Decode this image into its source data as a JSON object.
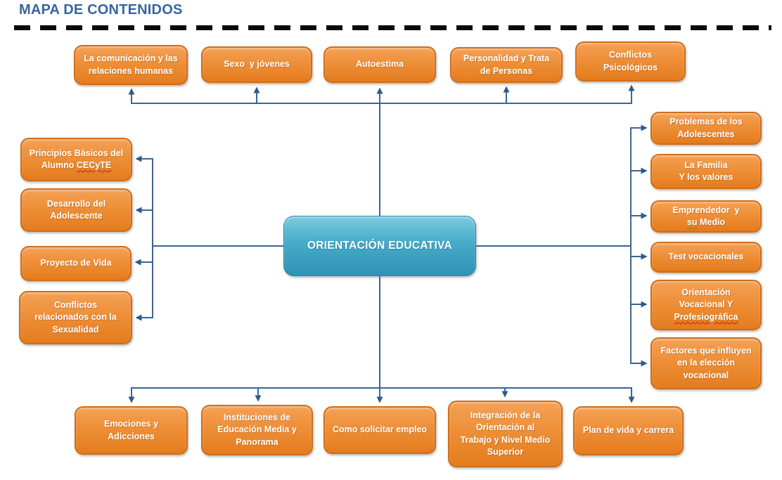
{
  "title": "MAPA DE CONTENIDOS",
  "center": {
    "label": "ORIENTACIÓN EDUCATIVA"
  },
  "nodes": {
    "top": [
      {
        "label": "La comunicación y las\nrelaciones humanas"
      },
      {
        "label": "Sexo  y jóvenes"
      },
      {
        "label": "Autoestima"
      },
      {
        "label": "Personalidad y Trata\nde Personas"
      },
      {
        "label": "Conflictos\nPsicológicos"
      }
    ],
    "left": [
      {
        "line1": "Principios Básicos del",
        "line2_prefix": "Alumno ",
        "line2_misspelled": "CECyTE"
      },
      {
        "label": "Desarrollo del\nAdolescente"
      },
      {
        "label": "Proyecto de Vida"
      },
      {
        "label": "Conflictos\nrelacionados con la\nSexualidad"
      }
    ],
    "right": [
      {
        "label": "Problemas de los\nAdolescentes"
      },
      {
        "label": "La Familia\nY los valores"
      },
      {
        "line1": "Emprendedor  y",
        "line2_misspelled": "su",
        "line2_suffix": " Medio"
      },
      {
        "label": "Test vocacionales"
      },
      {
        "line1": "Orientación",
        "line2": "Vocacional Y",
        "line3_misspelled": "Profesiográfica"
      },
      {
        "label": "Factores que influyen\nen la elección\nvocacional"
      }
    ],
    "bottom": [
      {
        "label": "Emociones y\nAdicciones"
      },
      {
        "label": "Instituciones de\nEducación Media y\nPanorama"
      },
      {
        "label": "Como solicitar empleo"
      },
      {
        "label": "Integración de la\nOrientación al\nTrabajo y Nivel Medio\nSuperior"
      },
      {
        "label": "Plan de vida y carrera"
      }
    ]
  },
  "colors": {
    "node_fill": "#EE8F38",
    "node_border": "#CE6E1C",
    "center_fill": "#45ABC9",
    "connector": "#3A6496",
    "arrowhead": "#2E5A8C",
    "title_text": "#3A64A4",
    "dashed_rule": "#0B0B0B",
    "spellcheck_red": "#E01E1E",
    "spellcheck_olive": "#8A8A2A"
  }
}
